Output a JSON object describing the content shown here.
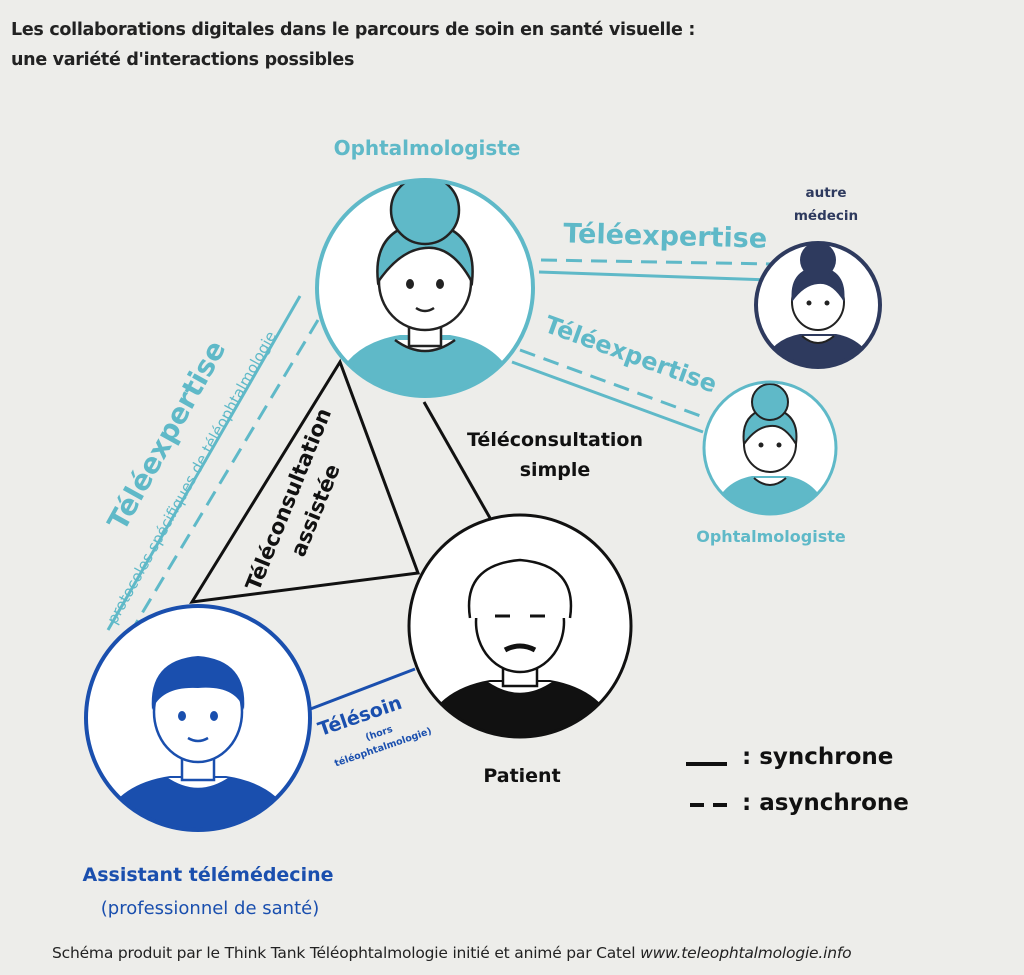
{
  "title": {
    "line1": "Les collaborations digitales dans le parcours de soin en santé visuelle :",
    "line2": "une variété d'interactions possibles"
  },
  "actors": {
    "ophtalmologiste_main": "Ophtalmologiste",
    "autre_medecin_line1": "autre",
    "autre_medecin_line2": "médecin",
    "ophtalmologiste_small": "Ophtalmologiste",
    "patient": "Patient",
    "assistant": "Assistant télémédecine",
    "assistant_sub": "(professionnel de santé)"
  },
  "links": {
    "teleexpertise_top": "Téléexpertise",
    "teleexpertise_mid": "Téléexpertise",
    "teleexpertise_left": "Téléexpertise",
    "teleexpertise_left_sub": "protocoles spécifiques de téléophtalmologie",
    "teleconsultation_simple_line1": "Téléconsultation",
    "teleconsultation_simple_line2": "simple",
    "teleconsultation_assistee_line1": "Téléconsultation",
    "teleconsultation_assistee_line2": "assistée",
    "telesoin": "Télésoin",
    "telesoin_sub_line1": "(hors",
    "telesoin_sub_line2": "téléophtalmologie)"
  },
  "legend": {
    "synchrone": ": synchrone",
    "asynchrone": ": asynchrone"
  },
  "footer": {
    "text": "Schéma produit par le Think Tank Téléophtalmologie initié et animé par Catel",
    "url": "www.teleophtalmologie.info"
  },
  "colors": {
    "background": "#ededea",
    "teal": "#5fb9c8",
    "navy": "#2e3a5e",
    "blue": "#1a4fae",
    "black": "#111111",
    "text": "#222222"
  },
  "icons": [
    "ophthalmologist-avatar-icon",
    "doctor-avatar-icon",
    "ophthalmologist-small-avatar-icon",
    "patient-avatar-icon",
    "assistant-avatar-icon"
  ]
}
